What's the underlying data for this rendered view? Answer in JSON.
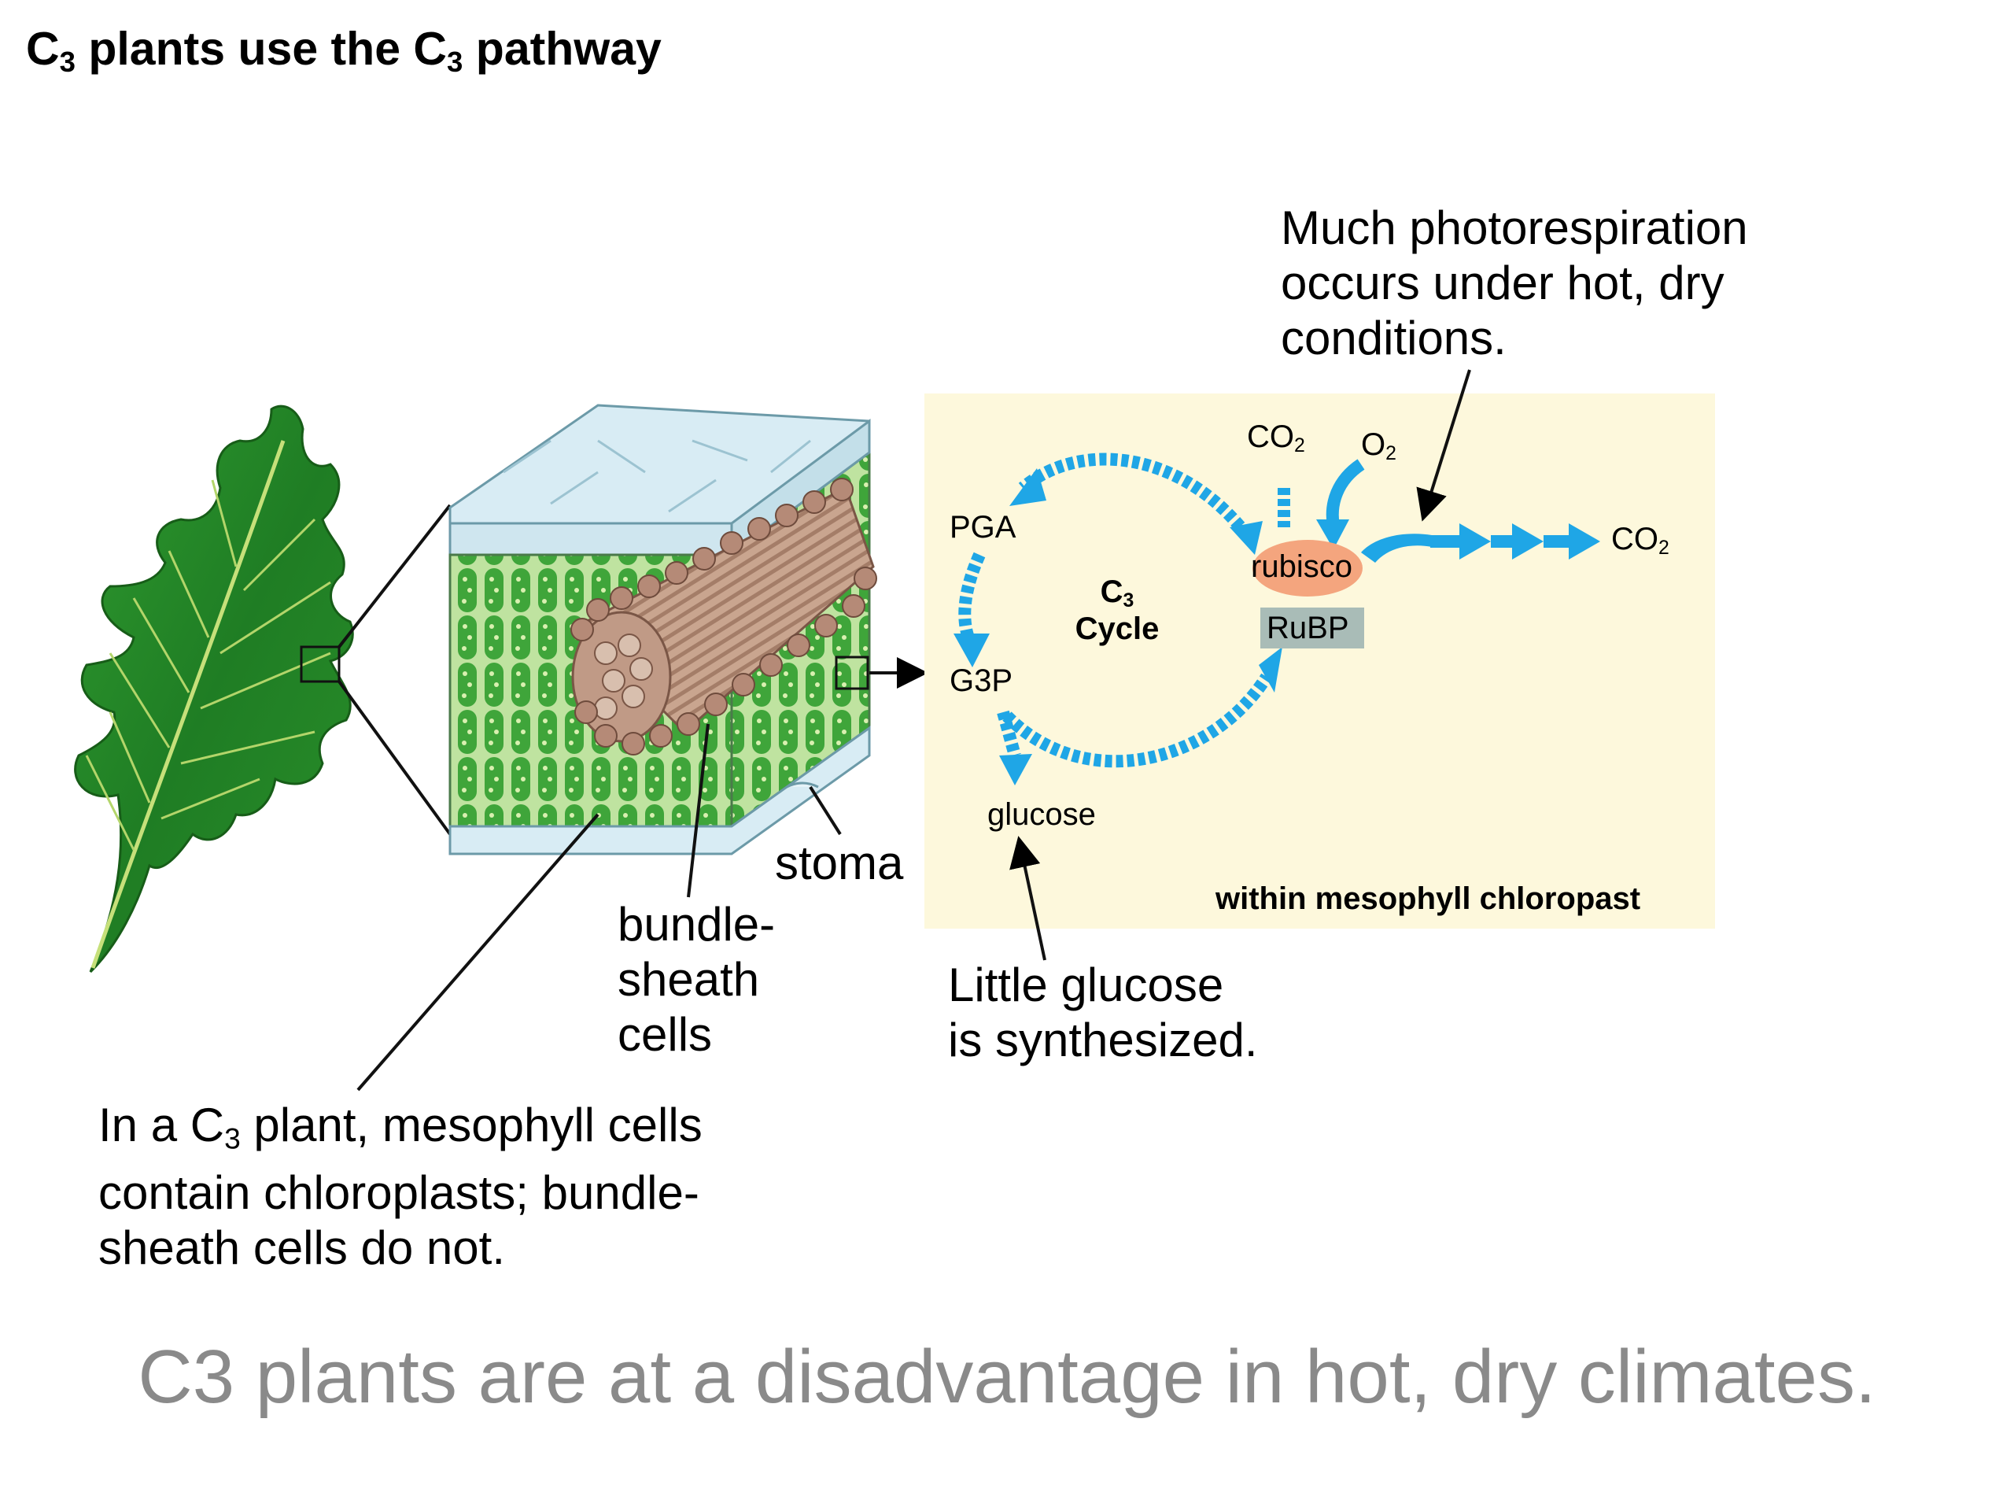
{
  "title": {
    "prefix": "C",
    "sub1": "3",
    "middle": " plants use the C",
    "sub2": "3",
    "suffix": " pathway"
  },
  "callouts": {
    "photorespiration": [
      "Much photorespiration",
      "occurs under hot, dry",
      "conditions."
    ],
    "mesophyll_note": {
      "line1_pre": "In a C",
      "line1_sub": "3",
      "line1_post": " plant, mesophyll cells",
      "line2": "contain chloroplasts; bundle-",
      "line3": "sheath cells do not."
    },
    "bundle_sheath": [
      "bundle-",
      "sheath",
      "cells"
    ],
    "stoma": "stoma",
    "little_glucose": [
      "Little glucose",
      "is synthesized."
    ]
  },
  "chloroplast_panel": {
    "caption": "within mesophyll chloropast",
    "pga": "PGA",
    "g3p": "G3P",
    "glucose": "glucose",
    "rubisco": "rubisco",
    "rubp": "RuBP",
    "cycle": {
      "c": "C",
      "sub": "3",
      "word": "Cycle"
    },
    "co2_in": {
      "c": "CO",
      "sub": "2"
    },
    "o2_in": {
      "c": "O",
      "sub": "2"
    },
    "co2_out": {
      "c": "CO",
      "sub": "2"
    }
  },
  "footer": "C3 plants are at a disadvantage in hot, dry climates.",
  "colors": {
    "panel_bg": "#fdf8dc",
    "arrow_blue": "#1fa6e6",
    "rubisco_fill": "#f4a57e",
    "rubp_fill": "#a9bcb7",
    "leaf_green": "#2e8b2e",
    "bundle_brown": "#b08a78"
  }
}
